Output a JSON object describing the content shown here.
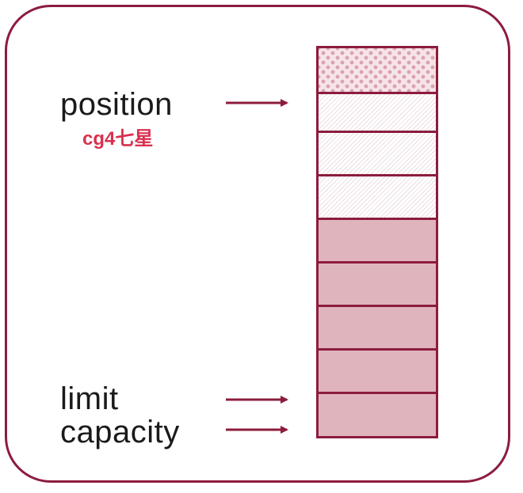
{
  "labels": {
    "position": "position",
    "limit": "limit",
    "capacity": "capacity"
  },
  "overlay_text": "cg4七星",
  "buffer": {
    "cells": [
      "read",
      "written",
      "written",
      "written",
      "free",
      "free",
      "free",
      "free",
      "free"
    ]
  },
  "colors": {
    "frame": "#8c1c3e",
    "arrow": "#8c1c3e",
    "free_cell": "#e0b4bd",
    "read_cell": "#f6e4e8",
    "overlay_text": "#d9304f"
  }
}
